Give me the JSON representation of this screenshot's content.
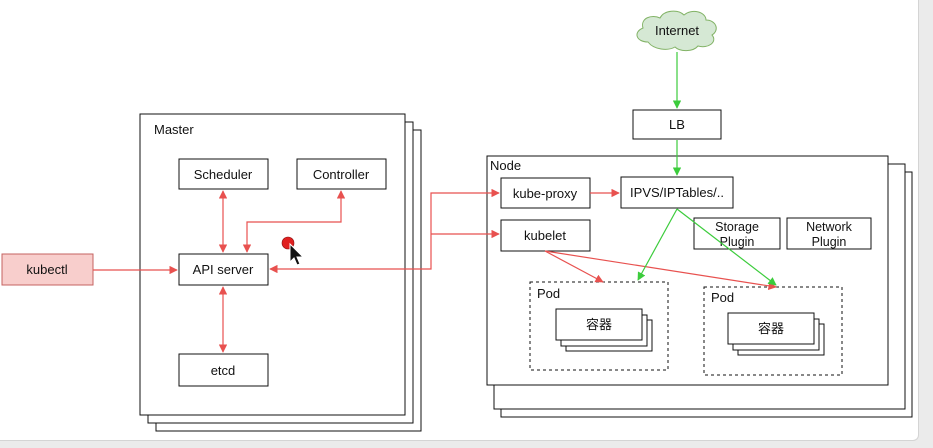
{
  "diagram": {
    "master": {
      "title": "Master"
    },
    "node": {
      "title": "Node"
    },
    "internet": "Internet",
    "lb": "LB",
    "scheduler": "Scheduler",
    "controller": "Controller",
    "api_server": "API server",
    "etcd": "etcd",
    "kubectl": "kubectl",
    "kube_proxy": "kube-proxy",
    "ipvs": "IPVS/IPTables/..",
    "kubelet": "kubelet",
    "storage_plugin": {
      "line1": "Storage",
      "line2": "Plugin"
    },
    "network_plugin": {
      "line1": "Network",
      "line2": "Plugin"
    },
    "pod_left": {
      "title": "Pod",
      "container": "容器"
    },
    "pod_right": {
      "title": "Pod",
      "container": "容器"
    }
  },
  "colors": {
    "red_arrow": "#e8514f",
    "green_arrow": "#3ccc3c",
    "kubectl_fill": "#f8cecc",
    "kubectl_border": "#c46360",
    "cloud_fill": "#d5e8d4",
    "cloud_border": "#82b366"
  }
}
